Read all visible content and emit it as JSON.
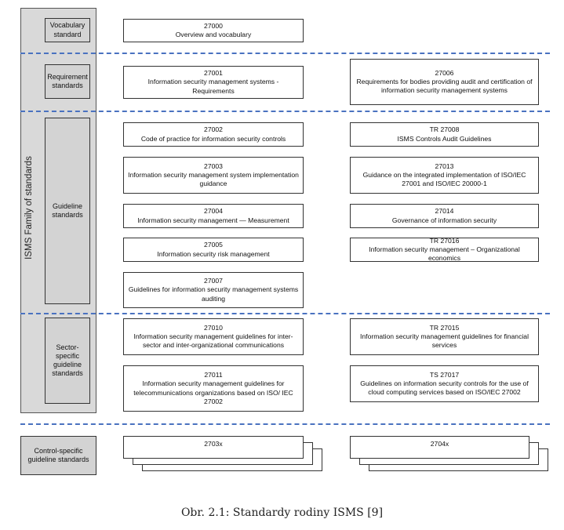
{
  "family_label": "ISMS Family of standards",
  "categories": {
    "vocabulary": "Vocabulary standard",
    "requirement": "Requirement standards",
    "guideline": "Guideline standards",
    "sector": "Sector-specific guideline standards",
    "control": "Control-specific guideline standards"
  },
  "standards": {
    "s27000": {
      "code": "27000",
      "title": "Overview and vocabulary"
    },
    "s27001": {
      "code": "27001",
      "title": "Information security management systems - Requirements"
    },
    "s27006": {
      "code": "27006",
      "title": "Requirements for bodies providing audit and certification of information security management systems"
    },
    "s27002": {
      "code": "27002",
      "title": "Code of practice for information security controls"
    },
    "s27008": {
      "code": "TR 27008",
      "title": "ISMS Controls Audit Guidelines"
    },
    "s27003": {
      "code": "27003",
      "title": "Information security management system implementation guidance"
    },
    "s27013": {
      "code": "27013",
      "title": "Guidance on the integrated implementation of ISO/IEC 27001 and ISO/IEC 20000-1"
    },
    "s27004": {
      "code": "27004",
      "title": "Information security management — Measurement"
    },
    "s27014": {
      "code": "27014",
      "title": "Governance of information security"
    },
    "s27005": {
      "code": "27005",
      "title": "Information security risk management"
    },
    "s27016": {
      "code": "TR 27016",
      "title": "Information security management – Organizational economics"
    },
    "s27007": {
      "code": "27007",
      "title": "Guidelines for information security management systems auditing"
    },
    "s27010": {
      "code": "27010",
      "title": "Information security management guidelines for inter-sector and inter-organizational communications"
    },
    "s27015": {
      "code": "TR 27015",
      "title": "Information security management guidelines for financial services"
    },
    "s27011": {
      "code": "27011",
      "title": "Information security management guidelines for telecommunications organizations based on ISO/ IEC 27002"
    },
    "s27017": {
      "code": "TS 27017",
      "title": "Guidelines on information security controls for the use of cloud computing services based on ISO/IEC 27002"
    },
    "s2703x": {
      "code": "2703x"
    },
    "s2704x": {
      "code": "2704x"
    }
  },
  "caption": "Obr. 2.1: Standardy rodiny ISMS [9]",
  "colors": {
    "divider": "#4a72c0",
    "category_fill": "#d3d3d3",
    "family_fill": "#d9d9d9"
  }
}
